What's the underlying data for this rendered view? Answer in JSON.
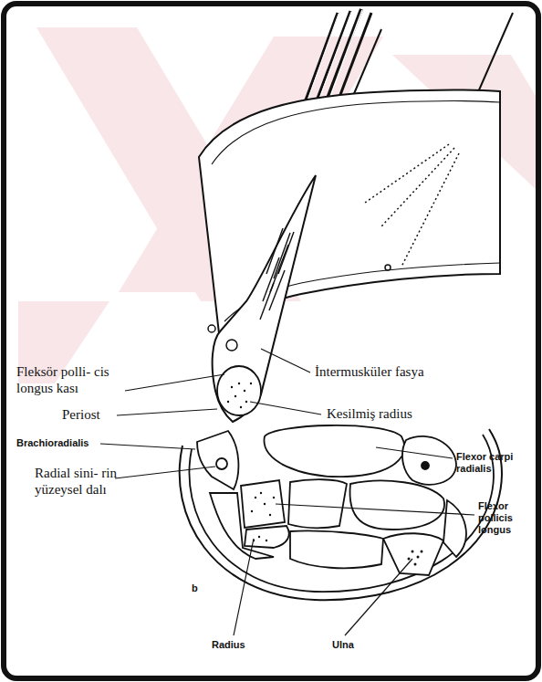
{
  "diagram": {
    "labels": [
      "Fleksör polli- cis longus kası",
      "İntermusküler fasya",
      "Kesilmiş radius",
      "Periost",
      "Brachioradialis",
      "Radial sini- rin yüzeysel dalı",
      "Flexor carpi radialis",
      "Flexor pollicis longus",
      "Radius",
      "Ulna",
      "b"
    ]
  }
}
